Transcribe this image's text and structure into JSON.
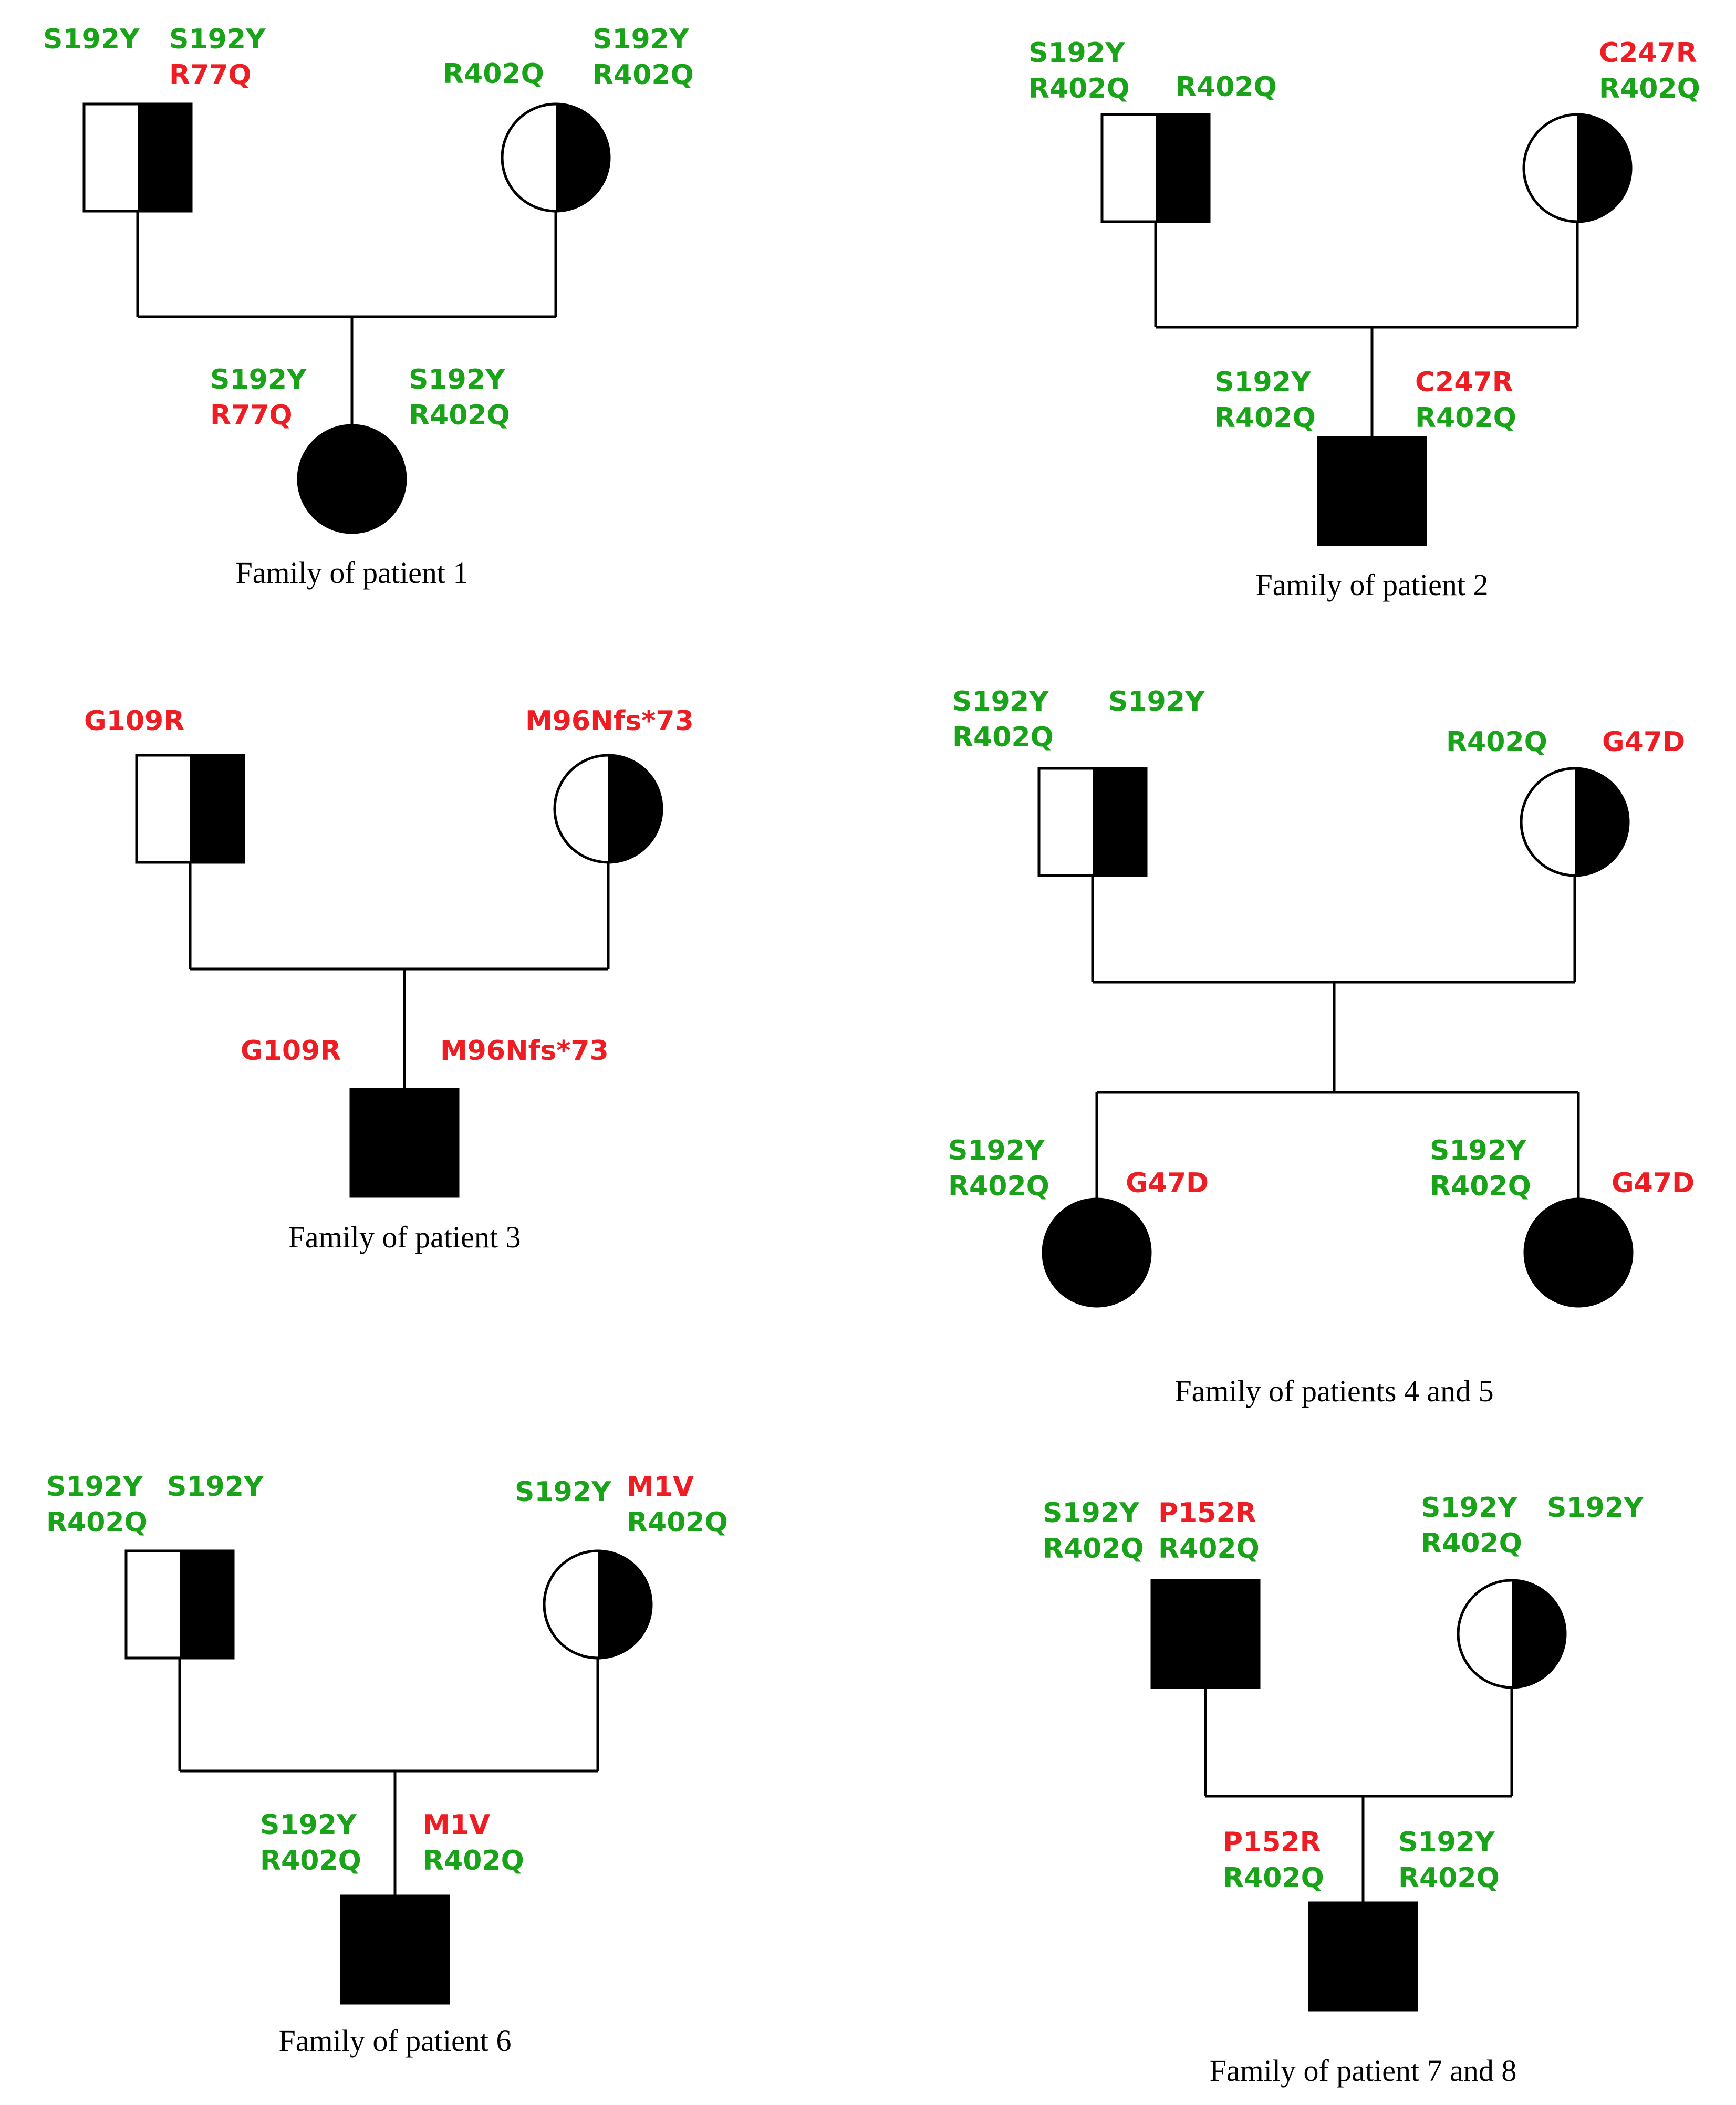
{
  "colors": {
    "variant_common": "#19a319",
    "variant_rare": "#ee1d23",
    "symbol": "#000000"
  },
  "families": [
    {
      "caption": "Family of patient 1",
      "father": {
        "status": "carrier",
        "sex": "male",
        "allele_a": [
          "S192Y"
        ],
        "allele_b": [
          "S192Y",
          "R77Q"
        ]
      },
      "mother": {
        "status": "carrier",
        "sex": "female",
        "allele_a": [
          "R402Q"
        ],
        "allele_b": [
          "S192Y",
          "R402Q"
        ]
      },
      "children": [
        {
          "status": "affected",
          "sex": "female",
          "allele_a": [
            "S192Y",
            "R77Q"
          ],
          "allele_b": [
            "S192Y",
            "R402Q"
          ]
        }
      ]
    },
    {
      "caption": "Family of patient 2",
      "father": {
        "status": "carrier",
        "sex": "male",
        "allele_a": [
          "S192Y",
          "R402Q"
        ],
        "allele_b": [
          "R402Q"
        ]
      },
      "mother": {
        "status": "carrier",
        "sex": "female",
        "allele_a": [
          "C247R",
          "R402Q"
        ]
      },
      "children": [
        {
          "status": "affected",
          "sex": "male",
          "allele_a": [
            "S192Y",
            "R402Q"
          ],
          "allele_b": [
            "C247R",
            "R402Q"
          ]
        }
      ]
    },
    {
      "caption": "Family of patient 3",
      "father": {
        "status": "carrier",
        "sex": "male",
        "allele_a": [
          "G109R"
        ]
      },
      "mother": {
        "status": "carrier",
        "sex": "female",
        "allele_a": [
          "M96Nfs*73"
        ]
      },
      "children": [
        {
          "status": "affected",
          "sex": "male",
          "allele_a": [
            "G109R"
          ],
          "allele_b": [
            "M96Nfs*73"
          ]
        }
      ]
    },
    {
      "caption": "Family of patients 4 and 5",
      "father": {
        "status": "carrier",
        "sex": "male",
        "allele_a": [
          "S192Y",
          "R402Q"
        ],
        "allele_b": [
          "S192Y"
        ]
      },
      "mother": {
        "status": "carrier",
        "sex": "female",
        "allele_a": [
          "R402Q"
        ],
        "allele_b": [
          "G47D"
        ]
      },
      "children": [
        {
          "status": "affected",
          "sex": "female",
          "allele_a": [
            "S192Y",
            "R402Q"
          ],
          "allele_b": [
            "G47D"
          ]
        },
        {
          "status": "affected",
          "sex": "female",
          "allele_a": [
            "S192Y",
            "R402Q"
          ],
          "allele_b": [
            "G47D"
          ]
        }
      ]
    },
    {
      "caption": "Family of patient 6",
      "father": {
        "status": "carrier",
        "sex": "male",
        "allele_a": [
          "S192Y",
          "R402Q"
        ],
        "allele_b": [
          "S192Y"
        ]
      },
      "mother": {
        "status": "carrier",
        "sex": "female",
        "allele_a": [
          "S192Y"
        ],
        "allele_b": [
          "M1V",
          "R402Q"
        ]
      },
      "children": [
        {
          "status": "affected",
          "sex": "male",
          "allele_a": [
            "S192Y",
            "R402Q"
          ],
          "allele_b": [
            "M1V",
            "R402Q"
          ]
        }
      ]
    },
    {
      "caption": "Family of patient 7 and 8",
      "father": {
        "status": "affected",
        "sex": "male",
        "allele_a": [
          "S192Y",
          "R402Q"
        ],
        "allele_b": [
          "P152R",
          "R402Q"
        ]
      },
      "mother": {
        "status": "carrier",
        "sex": "female",
        "allele_a": [
          "S192Y",
          "R402Q"
        ],
        "allele_b": [
          "S192Y"
        ]
      },
      "children": [
        {
          "status": "affected",
          "sex": "male",
          "allele_a": [
            "P152R",
            "R402Q"
          ],
          "allele_b": [
            "S192Y",
            "R402Q"
          ]
        }
      ]
    }
  ]
}
